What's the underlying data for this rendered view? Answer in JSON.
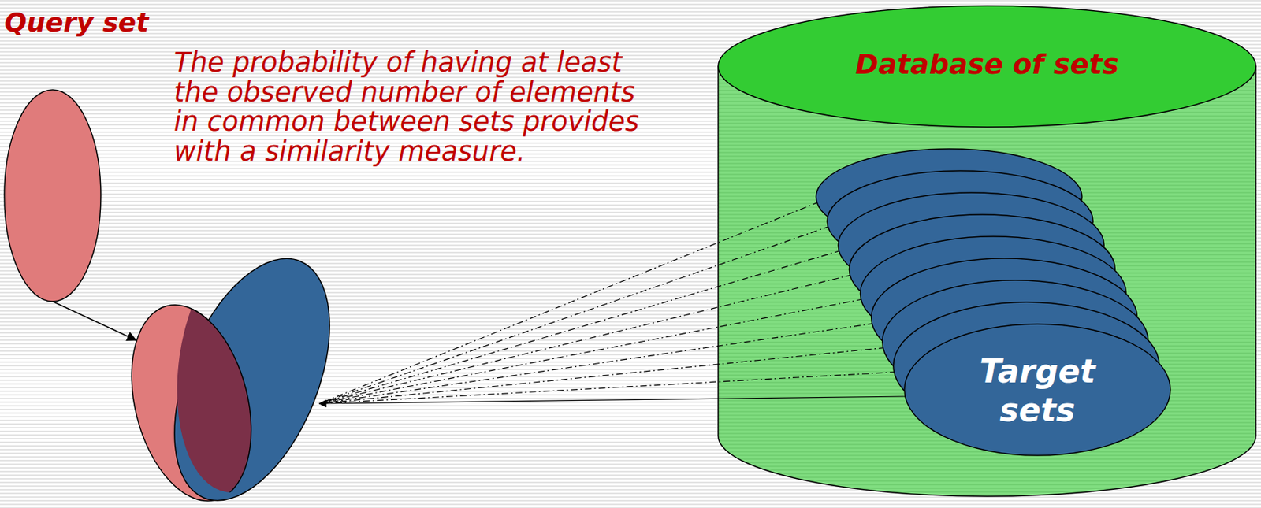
{
  "diagram": {
    "nodes": [
      {
        "text": [
          "Query set"
        ]
      },
      {
        "text": [
          "Database of sets"
        ]
      },
      {
        "text": [
          "Target sets"
        ],
        "in": 1
      }
    ],
    "labels": [
      "The probability of having at least the observed number of elements in common between sets provides with a similarity measure."
    ]
  }
}
